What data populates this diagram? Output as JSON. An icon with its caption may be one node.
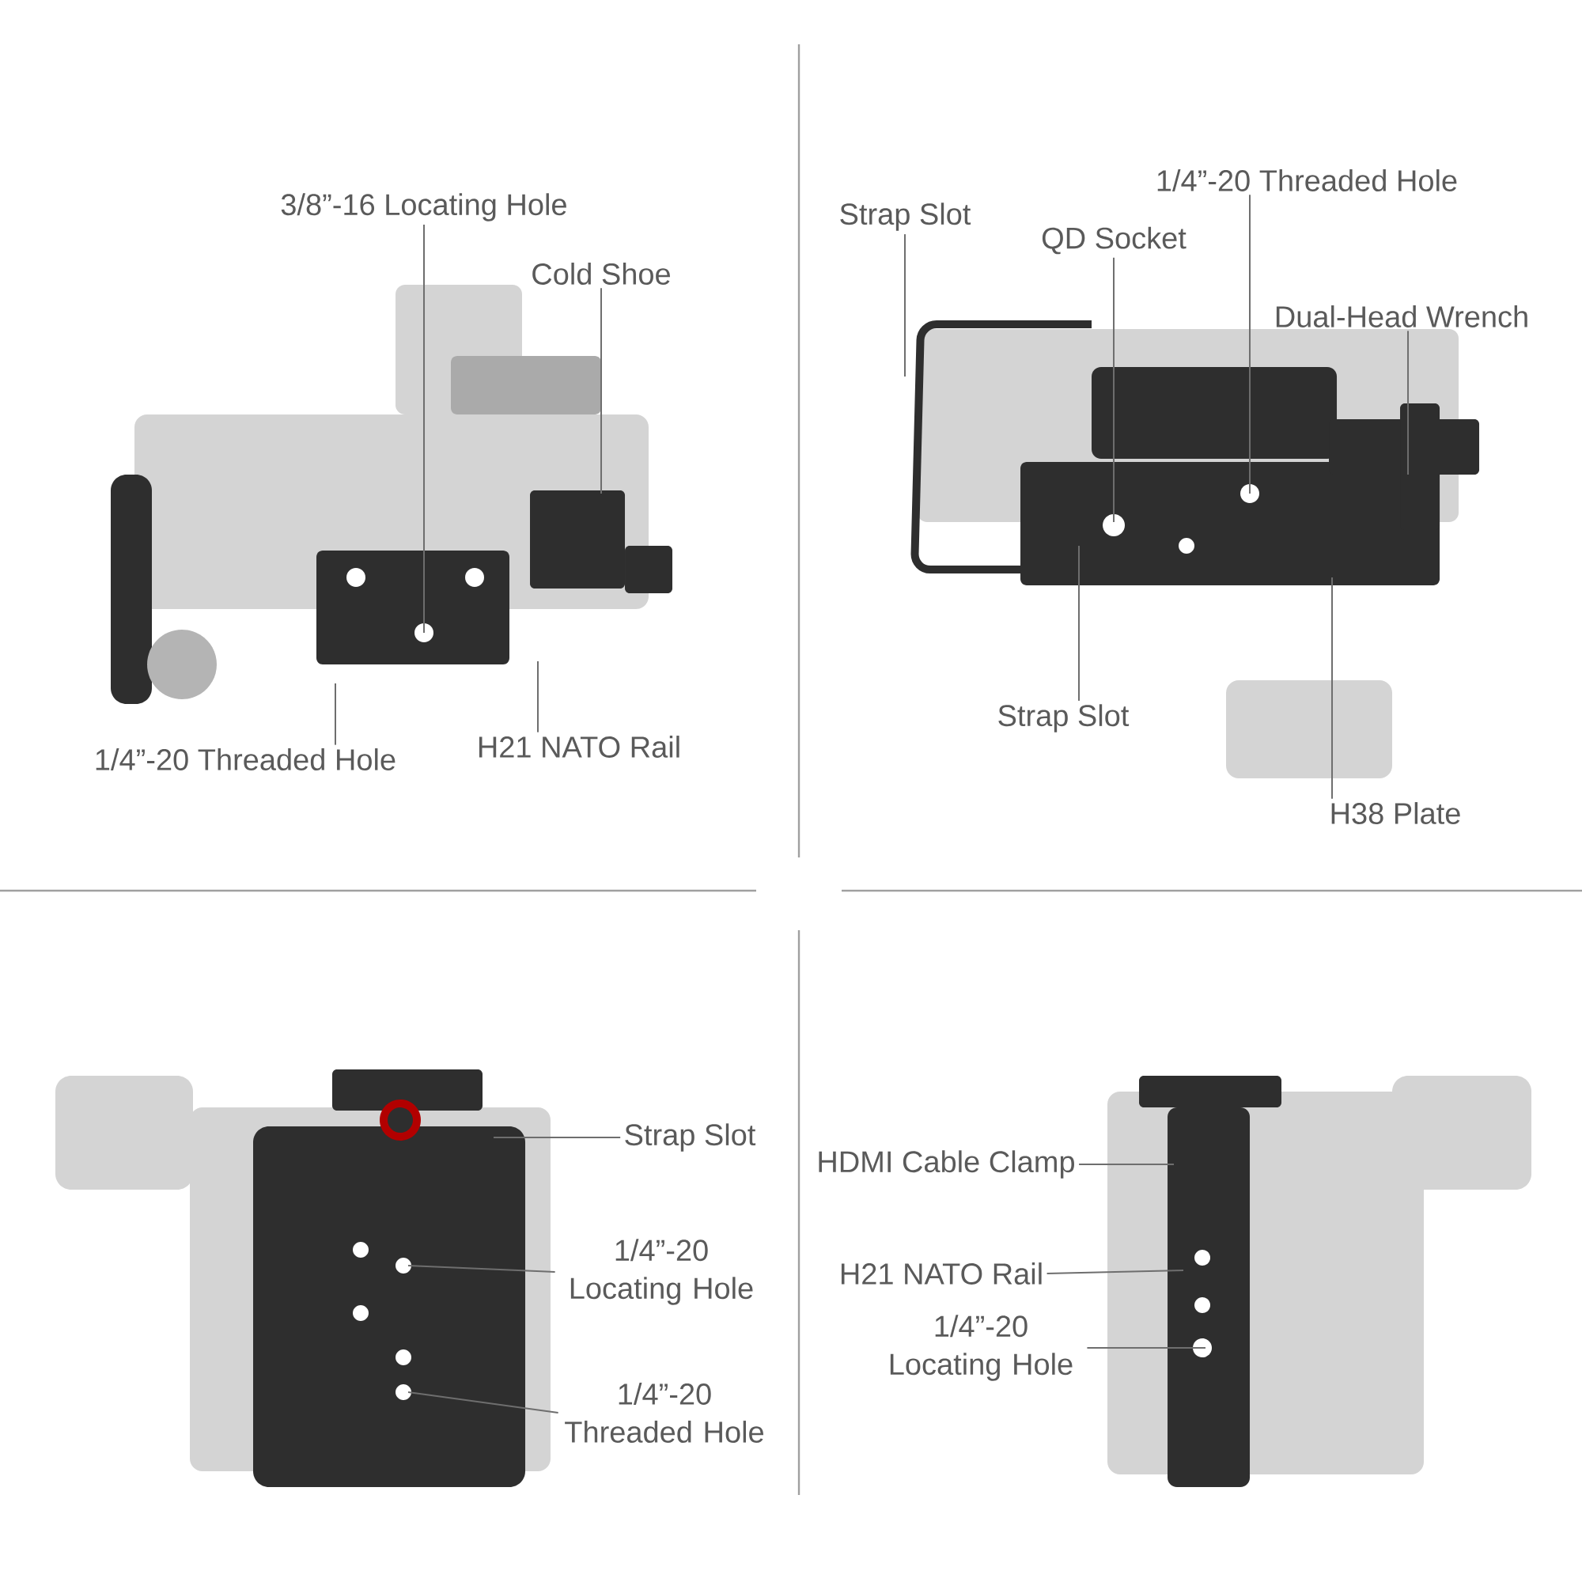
{
  "diagram": {
    "nodes": [
      {
        "text": [
          "3/8”-16 Locating Hole"
        ]
      },
      {
        "text": [
          "Cold Shoe"
        ]
      },
      {
        "text": [
          "1/4”-20 Threaded Hole"
        ]
      },
      {
        "text": [
          "H21 NATO Rail"
        ]
      },
      {
        "text": [
          "Strap Slot"
        ]
      },
      {
        "text": [
          "QD Socket"
        ]
      },
      {
        "text": [
          "1/4”-20 Threaded Hole"
        ]
      },
      {
        "text": [
          "Dual-Head Wrench"
        ]
      },
      {
        "text": [
          "Strap Slot"
        ]
      },
      {
        "text": [
          "H38 Plate"
        ]
      },
      {
        "text": [
          "Strap Slot"
        ]
      },
      {
        "text": [
          "1/4”-20 Locating Hole"
        ]
      },
      {
        "text": [
          "1/4”-20 Threaded Hole"
        ]
      },
      {
        "text": [
          "HDMI Cable Clamp"
        ]
      },
      {
        "text": [
          "H21 NATO Rail"
        ]
      },
      {
        "text": [
          "1/4”-20 Locating Hole"
        ]
      },
      {
        "text": [],
        "shape": "picture"
      },
      {
        "text": [],
        "shape": "picture"
      },
      {
        "text": [],
        "shape": "picture"
      },
      {
        "text": [],
        "shape": "picture"
      }
    ],
    "edges": [
      {
        "from": 0,
        "to": 16,
        "arrow": "none"
      },
      {
        "from": 1,
        "to": 16,
        "arrow": "none"
      },
      {
        "from": 2,
        "to": 16,
        "arrow": "none"
      },
      {
        "from": 3,
        "to": 16,
        "arrow": "none"
      },
      {
        "from": 4,
        "to": 17,
        "arrow": "none"
      },
      {
        "from": 5,
        "to": 17,
        "arrow": "none"
      },
      {
        "from": 6,
        "to": 17,
        "arrow": "none"
      },
      {
        "from": 7,
        "to": 17,
        "arrow": "none"
      },
      {
        "from": 8,
        "to": 17,
        "arrow": "none"
      },
      {
        "from": 9,
        "to": 17,
        "arrow": "none"
      },
      {
        "from": 10,
        "to": 18,
        "arrow": "none"
      },
      {
        "from": 11,
        "to": 18,
        "arrow": "none"
      },
      {
        "from": 12,
        "to": 18,
        "arrow": "none"
      },
      {
        "from": 13,
        "to": 19,
        "arrow": "none"
      },
      {
        "from": 14,
        "to": 19,
        "arrow": "none"
      },
      {
        "from": 15,
        "to": 19,
        "arrow": "none"
      }
    ]
  }
}
